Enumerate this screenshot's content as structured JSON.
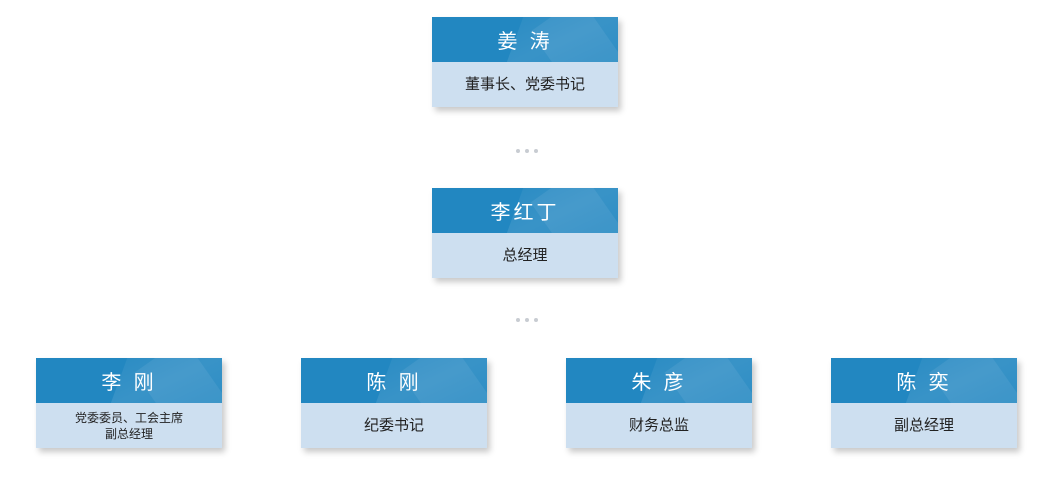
{
  "chairman": {
    "name": "姜 涛",
    "role": "董事长、党委书记"
  },
  "gm": {
    "name": "李红丁",
    "role": "总经理"
  },
  "members": [
    {
      "name": "李 刚",
      "role_lines": [
        "党委委员、工会主席",
        "副总经理"
      ]
    },
    {
      "name": "陈 刚",
      "role_lines": [
        "纪委书记"
      ]
    },
    {
      "name": "朱 彦",
      "role_lines": [
        "财务总监"
      ]
    },
    {
      "name": "陈 奕",
      "role_lines": [
        "副总经理"
      ]
    }
  ],
  "colors": {
    "header": "#2287c1",
    "body": "#cddff0",
    "connector_dots": "#c8ccd2"
  }
}
